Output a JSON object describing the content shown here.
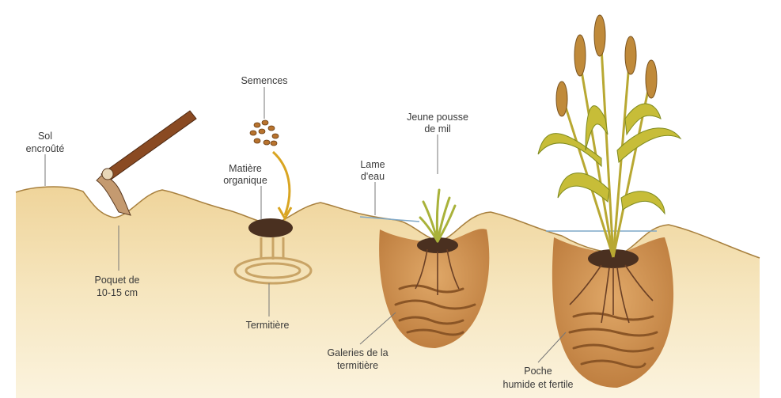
{
  "labels": {
    "sol_1": "Sol",
    "sol_2": "encroûté",
    "semences": "Semences",
    "matiere_1": "Matière",
    "matiere_2": "organique",
    "lame_1": "Lame",
    "lame_2": "d'eau",
    "jeune_1": "Jeune pousse",
    "jeune_2": "de mil",
    "poquet_1": "Poquet de",
    "poquet_2": "10-15 cm",
    "termitiere": "Termitière",
    "galeries_1": "Galeries de la",
    "galeries_2": "termitière",
    "poche_1": "Poche",
    "poche_2": "humide et fertile"
  },
  "colors": {
    "soil": "#f3dfae",
    "soil_dark": "#e3c07e",
    "pocket": "#c98a4a",
    "organic": "#4a3020",
    "handle": "#8a4a22",
    "plant": "#b7b23a",
    "grain": "#b8732e",
    "arrow": "#d9a522"
  }
}
